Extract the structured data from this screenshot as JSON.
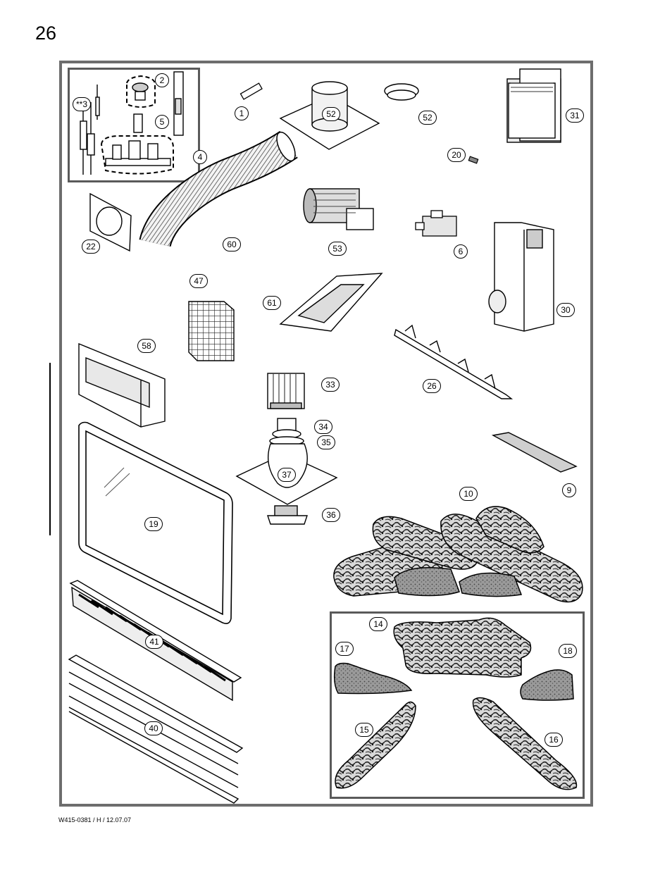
{
  "page": {
    "number": "26",
    "footer": "W415-0381 / H / 12.07.07"
  },
  "callouts": [
    {
      "id": "c-3",
      "label": "**3"
    },
    {
      "id": "c-2",
      "label": "2"
    },
    {
      "id": "c-5",
      "label": "5"
    },
    {
      "id": "c-4",
      "label": "4"
    },
    {
      "id": "c-1",
      "label": "1"
    },
    {
      "id": "c-52a",
      "label": "52"
    },
    {
      "id": "c-52b",
      "label": "52"
    },
    {
      "id": "c-31",
      "label": "31"
    },
    {
      "id": "c-20",
      "label": "20"
    },
    {
      "id": "c-22",
      "label": "22"
    },
    {
      "id": "c-60",
      "label": "60"
    },
    {
      "id": "c-53",
      "label": "53"
    },
    {
      "id": "c-6",
      "label": "6"
    },
    {
      "id": "c-47",
      "label": "47"
    },
    {
      "id": "c-61",
      "label": "61"
    },
    {
      "id": "c-30",
      "label": "30"
    },
    {
      "id": "c-58",
      "label": "58"
    },
    {
      "id": "c-33",
      "label": "33"
    },
    {
      "id": "c-26",
      "label": "26"
    },
    {
      "id": "c-34",
      "label": "34"
    },
    {
      "id": "c-35",
      "label": "35"
    },
    {
      "id": "c-9",
      "label": "9"
    },
    {
      "id": "c-37",
      "label": "37"
    },
    {
      "id": "c-10",
      "label": "10"
    },
    {
      "id": "c-19",
      "label": "19"
    },
    {
      "id": "c-36",
      "label": "36"
    },
    {
      "id": "c-14",
      "label": "14"
    },
    {
      "id": "c-17",
      "label": "17"
    },
    {
      "id": "c-18",
      "label": "18"
    },
    {
      "id": "c-41",
      "label": "41"
    },
    {
      "id": "c-40",
      "label": "40"
    },
    {
      "id": "c-15",
      "label": "15"
    },
    {
      "id": "c-16",
      "label": "16"
    }
  ]
}
